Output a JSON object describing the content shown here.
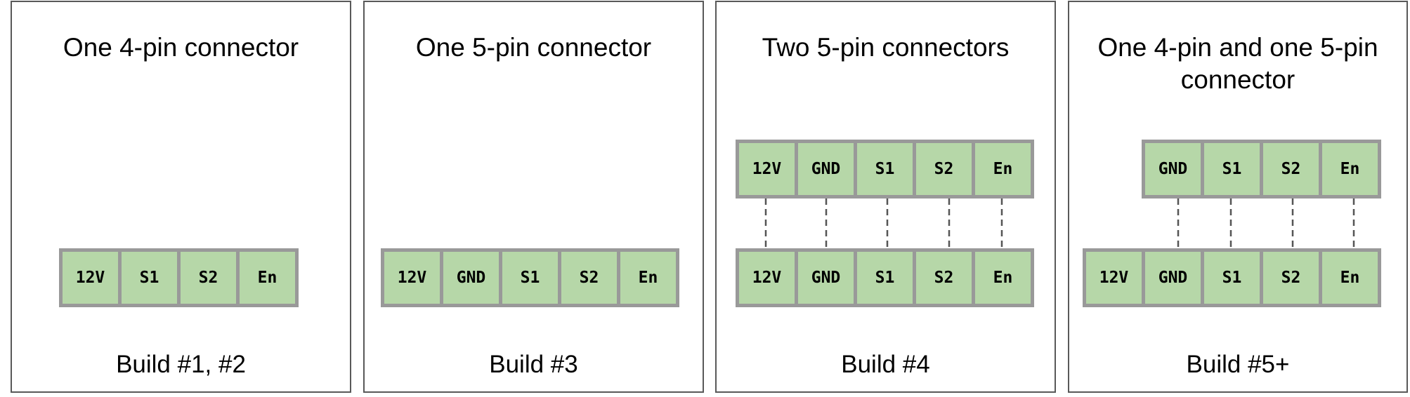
{
  "panels": [
    {
      "title": "One 4-pin connector",
      "build": "Build #1, #2",
      "connectors": [
        {
          "pins": [
            "12V",
            "S1",
            "S2",
            "En"
          ]
        }
      ]
    },
    {
      "title": "One 5-pin connector",
      "build": "Build #3",
      "connectors": [
        {
          "pins": [
            "12V",
            "GND",
            "S1",
            "S2",
            "En"
          ]
        }
      ]
    },
    {
      "title": "Two 5-pin connectors",
      "build": "Build #4",
      "connectors": [
        {
          "pins": [
            "12V",
            "GND",
            "S1",
            "S2",
            "En"
          ]
        },
        {
          "pins": [
            "12V",
            "GND",
            "S1",
            "S2",
            "En"
          ]
        }
      ]
    },
    {
      "title": "One 4-pin and one 5-pin connector",
      "build": "Build #5+",
      "connectors": [
        {
          "pins": [
            "GND",
            "S1",
            "S2",
            "En"
          ]
        },
        {
          "pins": [
            "12V",
            "GND",
            "S1",
            "S2",
            "En"
          ]
        }
      ]
    }
  ],
  "colors": {
    "pin_fill": "#b6d7a8",
    "pin_border": "#999999",
    "panel_border": "#595959",
    "wire": "#555555"
  }
}
